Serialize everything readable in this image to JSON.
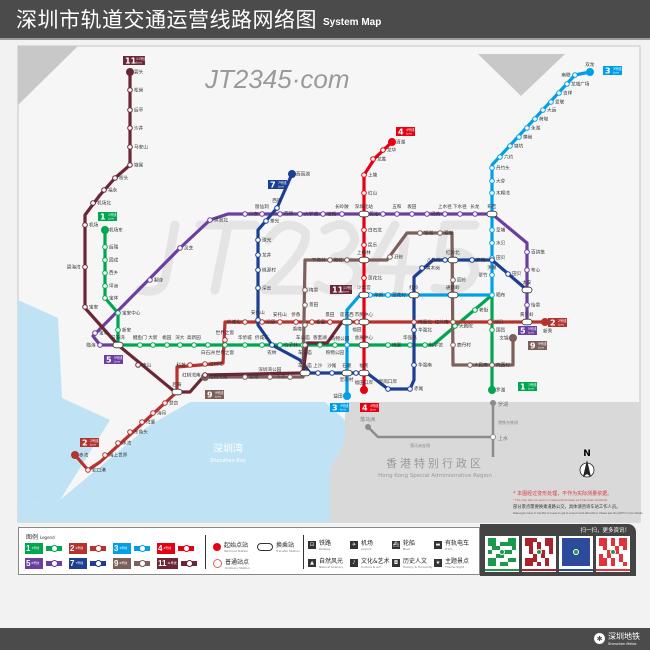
{
  "header": {
    "title": "深圳市轨道交通运营线路网络图",
    "subtitle": "System Map"
  },
  "watermark": "JT2345·com",
  "colors": {
    "header_bg": "#4b4b4b",
    "sea": "#bfe3f5",
    "hk": "#d9d9d9"
  },
  "lines": [
    {
      "id": "1",
      "name": "1号线",
      "en": "Line",
      "color": "#00a650",
      "stations": [
        "机场东",
        "后瑞",
        "固戍",
        "西乡",
        "坪洲",
        "宝体",
        "宝安中心",
        "新安",
        "前海湾",
        "鲤鱼门",
        "大新",
        "桃园",
        "深大",
        "高新园",
        "白石洲",
        "世界之窗",
        "华侨城",
        "侨城东",
        "竹子林",
        "车公庙",
        "香蜜湖",
        "购物公园",
        "会展中心",
        "岗厦",
        "华强路",
        "科学馆",
        "大剧院",
        "老街",
        "国贸",
        "罗湖"
      ]
    },
    {
      "id": "2",
      "name": "2号线",
      "en": "Line",
      "color": "#b5332e",
      "stations": [
        "赤湾",
        "蛇口港",
        "海上世界",
        "水湾",
        "东角头",
        "湾厦",
        "海月",
        "登良",
        "后海",
        "科苑",
        "红树湾",
        "世界之窗",
        "侨城北",
        "深康",
        "安托山",
        "侨香",
        "香蜜",
        "景田",
        "莲花西",
        "福田",
        "市民中心",
        "岗厦北",
        "湖贝",
        "黄贝岭",
        "新秀"
      ]
    },
    {
      "id": "3",
      "name": "3号线",
      "en": "Line",
      "color": "#00a0e9",
      "stations": [
        "双龙",
        "南联",
        "龙城广场",
        "吉祥",
        "爱联",
        "大运",
        "荷坳",
        "永湖",
        "横岗",
        "塘坑",
        "六约",
        "丹竹头",
        "大芬",
        "木棉湾",
        "布吉",
        "草埔",
        "水贝",
        "田贝",
        "翠竹",
        "晒布",
        "通新岭",
        "红岭",
        "莲花村",
        "华新",
        "少年宫",
        "福田",
        "购物公园",
        "石厦",
        "益田"
      ]
    },
    {
      "id": "4",
      "name": "4号线",
      "en": "Line",
      "color": "#e60012",
      "stations": [
        "清湖",
        "龙华",
        "龙胜",
        "上塘",
        "红山",
        "深圳北站",
        "白石龙",
        "民乐",
        "上梅林",
        "莲花北",
        "少年宫",
        "市民中心",
        "会展中心",
        "福民",
        "福田口岸"
      ]
    },
    {
      "id": "5",
      "name": "5号线",
      "en": "Line",
      "color": "#6b3fa0",
      "stations": [
        "前海湾",
        "临海",
        "宝华",
        "翻身",
        "灵芝",
        "洪浪北",
        "兴东",
        "留仙洞",
        "西丽",
        "大学城",
        "塘朗",
        "长岭陂",
        "深圳北站",
        "民治",
        "五和",
        "坂田",
        "杨美",
        "上水径",
        "下水径",
        "长龙",
        "布吉",
        "百鸽笼",
        "布心",
        "太安",
        "怡景",
        "黄贝岭"
      ]
    },
    {
      "id": "7",
      "name": "7号线",
      "en": "Line",
      "color": "#1d3f93",
      "stations": [
        "西丽湖",
        "西丽",
        "茶光",
        "珠光",
        "龙井",
        "桃源村",
        "深云",
        "安托山",
        "农林",
        "车公庙",
        "上沙",
        "沙尾",
        "石厦",
        "皇岗村",
        "福民",
        "皇岗口岸",
        "赤尾",
        "华强南",
        "华强北",
        "华新",
        "黄木岗",
        "八卦岭",
        "红岭北",
        "笋岗",
        "洪湖",
        "田贝",
        "太安"
      ]
    },
    {
      "id": "9",
      "name": "9号线",
      "en": "Line",
      "color": "#7d5f5c",
      "stations": [
        "红树湾南",
        "深湾",
        "深圳湾公园",
        "下沙",
        "车公庙",
        "香梅",
        "景田",
        "梅景",
        "下梅林",
        "梅村",
        "上梅林",
        "孖岭",
        "银湖",
        "泥岗",
        "红岭北",
        "园岭",
        "红岭",
        "红岭南",
        "鹿丹村",
        "人民南",
        "向西村",
        "文锦"
      ]
    },
    {
      "id": "11",
      "name": "11号线",
      "en": "Line",
      "color": "#6b2737",
      "stations": [
        "碧头",
        "松岗",
        "后亭",
        "沙井",
        "马安山",
        "塘尾",
        "桥头",
        "福永",
        "机场北",
        "机场",
        "碧海湾",
        "宝安",
        "前海湾",
        "南山",
        "后海",
        "红树湾南",
        "车公庙",
        "福田"
      ]
    }
  ],
  "hk": {
    "region_cn": "香港特别行政区",
    "region_en": "Hong Kong Special Administrative Region",
    "stations": [
      "落马洲",
      "罗湖",
      "上水"
    ],
    "line_labels": [
      "港铁东铁线",
      "落马洲支线"
    ]
  },
  "bay": {
    "cn": "深圳湾",
    "en": "Shenzhen Bay"
  },
  "compass": "N",
  "notes": {
    "warning_cn": "* 本图经过变形处理，不作为实际测量依据。",
    "warning_en": "* This map has not used on measurement basis as it has been stretched.",
    "info_cn": "部分景点需要换乘道路公交，具体请咨询车站工作人员。",
    "info_en": "Passengers have to transfer to buses to get to some tourist attractions. Please ask the staff for more details."
  },
  "legend": {
    "title": "图例",
    "title_en": "Legend",
    "terminal": "起始点站",
    "terminal_en": "Terminal Station",
    "ordinary": "普通站点",
    "ordinary_en": "Ordinary Station",
    "transfer": "换乘站",
    "transfer_en": "Transfer Station",
    "icons": [
      {
        "icon": "railway-icon",
        "glyph": "⊡",
        "cn": "铁路",
        "en": "Railway"
      },
      {
        "icon": "airport-icon",
        "glyph": "✈",
        "cn": "机场",
        "en": "Airport"
      },
      {
        "icon": "ferry-icon",
        "glyph": "⛴",
        "cn": "轮船",
        "en": "Boat"
      },
      {
        "icon": "tram-icon",
        "glyph": "▬",
        "cn": "有轨电车",
        "en": "Tram"
      },
      {
        "icon": "nature-icon",
        "glyph": "▲",
        "cn": "自然风光",
        "en": "Natural Scenery"
      },
      {
        "icon": "culture-icon",
        "glyph": "♪",
        "cn": "文化&艺术",
        "en": "Culture & Art"
      },
      {
        "icon": "history-icon",
        "glyph": "◘",
        "cn": "历史人文",
        "en": "History & Humanity"
      },
      {
        "icon": "theme-icon",
        "glyph": "★",
        "cn": "主题景点",
        "en": "Theme Sight"
      }
    ]
  },
  "qr": {
    "title": "扫一扫，更多资讯！",
    "colors": [
      "#1a9a4a",
      "#a8232b",
      "#2b4b9b",
      "#e0333c"
    ]
  },
  "footer": {
    "brand": "深圳地铁",
    "brand_en": "Shenzhen Metro"
  }
}
